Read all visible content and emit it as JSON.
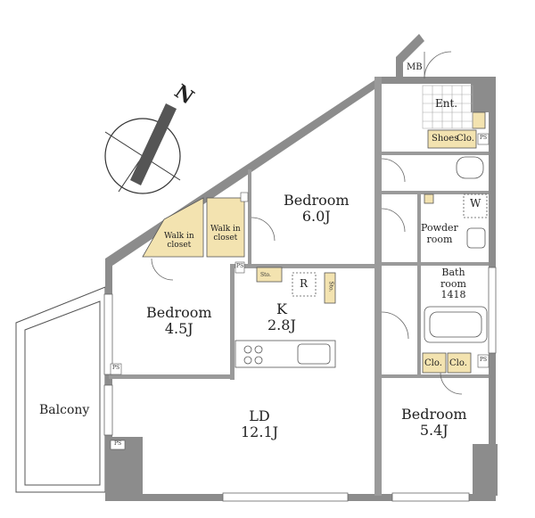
{
  "rooms": {
    "bedroom_top": {
      "name": "Bedroom",
      "size": "6.0J"
    },
    "bedroom_left": {
      "name": "Bedroom",
      "size": "4.5J"
    },
    "bedroom_right": {
      "name": "Bedroom",
      "size": "5.4J"
    },
    "kitchen": {
      "name": "K",
      "size": "2.8J"
    },
    "living": {
      "name": "LD",
      "size": "12.1J"
    },
    "balcony": {
      "name": "Balcony"
    },
    "entrance": {
      "name": "Ent."
    },
    "powder": {
      "line1": "Powder",
      "line2": "room"
    },
    "bath": {
      "line1": "Bath",
      "line2": "room",
      "line3": "1418"
    }
  },
  "storage": {
    "walkin_1": {
      "line1": "Walk in",
      "line2": "closet"
    },
    "walkin_2": {
      "line1": "Walk in",
      "line2": "closet"
    },
    "shoes": "Shoes",
    "clo_ent": "Clo.",
    "clo_1": "Clo.",
    "clo_2": "Clo.",
    "sto_1": "Sto.",
    "sto_2": "Sto."
  },
  "fixtures": {
    "mb": "MB",
    "washer": "W",
    "fridge": "R",
    "ps": "PS"
  },
  "compass": {
    "letter": "N"
  },
  "colors": {
    "wall": "#8c8c8c",
    "closet": "#f3e3b0",
    "line": "#555555",
    "background": "#ffffff"
  }
}
